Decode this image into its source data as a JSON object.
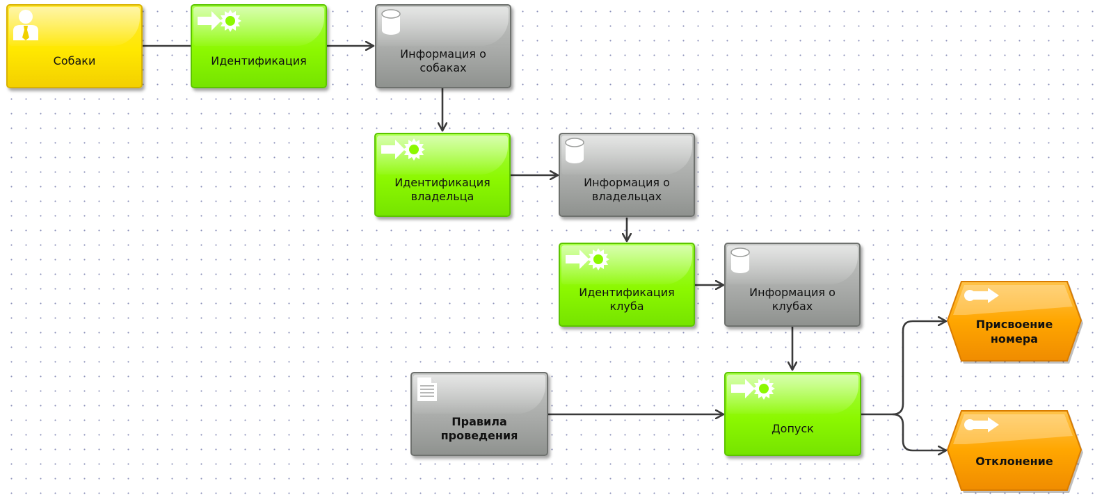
{
  "diagram": {
    "nodes": {
      "dogs_owner": {
        "label": "Собаки",
        "type": "organizational-unit",
        "icon": "person-icon"
      },
      "identification": {
        "label": "Идентификация",
        "type": "function",
        "icon": "function-icon"
      },
      "dogs_info": {
        "label": "Информация о собаках",
        "type": "data",
        "icon": "database-icon"
      },
      "owner_identification": {
        "label": "Идентификация владельца",
        "type": "function",
        "icon": "function-icon"
      },
      "owners_info": {
        "label": "Информация о владельцах",
        "type": "data",
        "icon": "database-icon"
      },
      "club_identification": {
        "label": "Идентификация клуба",
        "type": "function",
        "icon": "function-icon"
      },
      "clubs_info": {
        "label": "Информация о клубах",
        "type": "data",
        "icon": "database-icon"
      },
      "rules": {
        "label": "Правила проведения",
        "type": "document",
        "icon": "document-icon"
      },
      "admission": {
        "label": "Допуск",
        "type": "function",
        "icon": "function-icon"
      },
      "number_assignment": {
        "label": "Присвоение номера",
        "type": "event",
        "icon": "event-icon"
      },
      "rejection": {
        "label": "Отклонение",
        "type": "event",
        "icon": "event-icon"
      }
    },
    "edges": [
      [
        "dogs_owner",
        "identification"
      ],
      [
        "identification",
        "dogs_info"
      ],
      [
        "dogs_info",
        "owner_identification"
      ],
      [
        "owner_identification",
        "owners_info"
      ],
      [
        "owners_info",
        "club_identification"
      ],
      [
        "club_identification",
        "clubs_info"
      ],
      [
        "clubs_info",
        "admission"
      ],
      [
        "rules",
        "admission"
      ],
      [
        "admission",
        "number_assignment"
      ],
      [
        "admission",
        "rejection"
      ]
    ],
    "colors": {
      "organizational_unit": "#ffe800",
      "function": "#8cf800",
      "data": "#a9aba9",
      "event": "#ffa200",
      "connector": "#3a3a3a",
      "grid_dot": "#8a8fb8"
    }
  }
}
